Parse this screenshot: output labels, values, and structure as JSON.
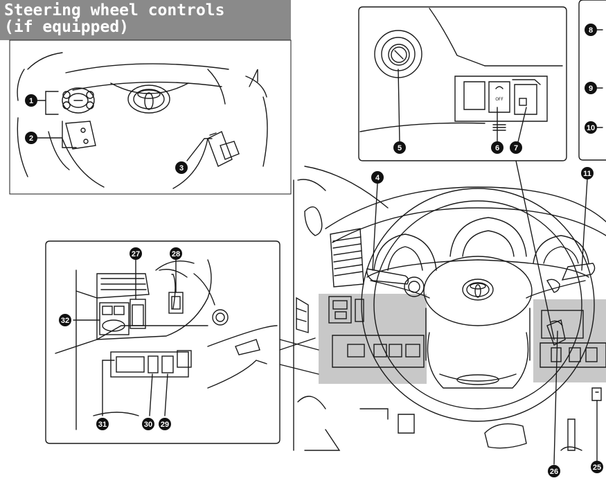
{
  "title": {
    "line1": "Steering wheel controls",
    "line2": "(if equipped)"
  },
  "callouts": [
    "1",
    "2",
    "3",
    "4",
    "5",
    "6",
    "7",
    "8",
    "9",
    "10",
    "11",
    "25",
    "26",
    "27",
    "28",
    "29",
    "30",
    "31",
    "32"
  ],
  "colors": {
    "title_bar": "#8a8a8a",
    "highlight": "#c8c8c8",
    "line": "#1a1a1a"
  }
}
